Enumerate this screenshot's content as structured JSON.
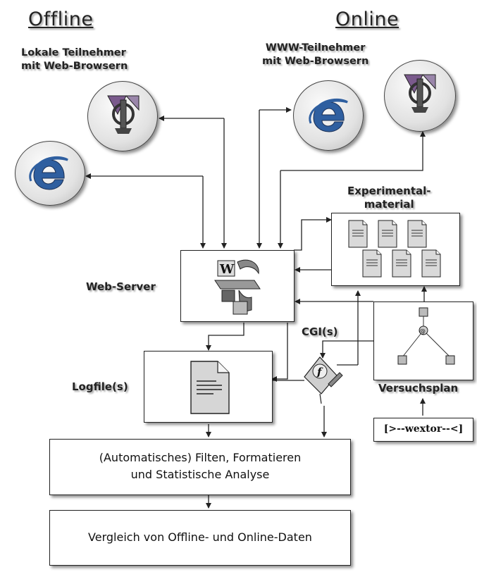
{
  "headings": {
    "offline": "Offline",
    "online": "Online"
  },
  "labels": {
    "local_participants": [
      "Lokale Teilnehmer",
      "mit Web-Browsern"
    ],
    "www_participants": [
      "WWW-Teilnehmer",
      "mit Web-Browsern"
    ],
    "experimental_material": [
      "Experimental-",
      "material"
    ],
    "web_server": "Web-Server",
    "cgi": "CGI(s)",
    "logfiles": "Logfile(s)",
    "versuchsplan": "Versuchsplan",
    "wextor": "[>--wextor--<]"
  },
  "boxes": {
    "analysis": [
      "(Automatisches) Filten, Formatieren",
      "und Statistische Analyse"
    ],
    "comparison": "Vergleich von Offline- und Online-Daten"
  },
  "colors": {
    "line": "#222222",
    "ie_blue": "#2f5fa0",
    "netscape_purple": "#7a5a8c",
    "paper": "#d9d9d9"
  },
  "icons": [
    "netscape-icon",
    "internet-explorer-icon",
    "web-server-icon",
    "document-icon",
    "cgi-function-icon",
    "logfile-icon"
  ]
}
